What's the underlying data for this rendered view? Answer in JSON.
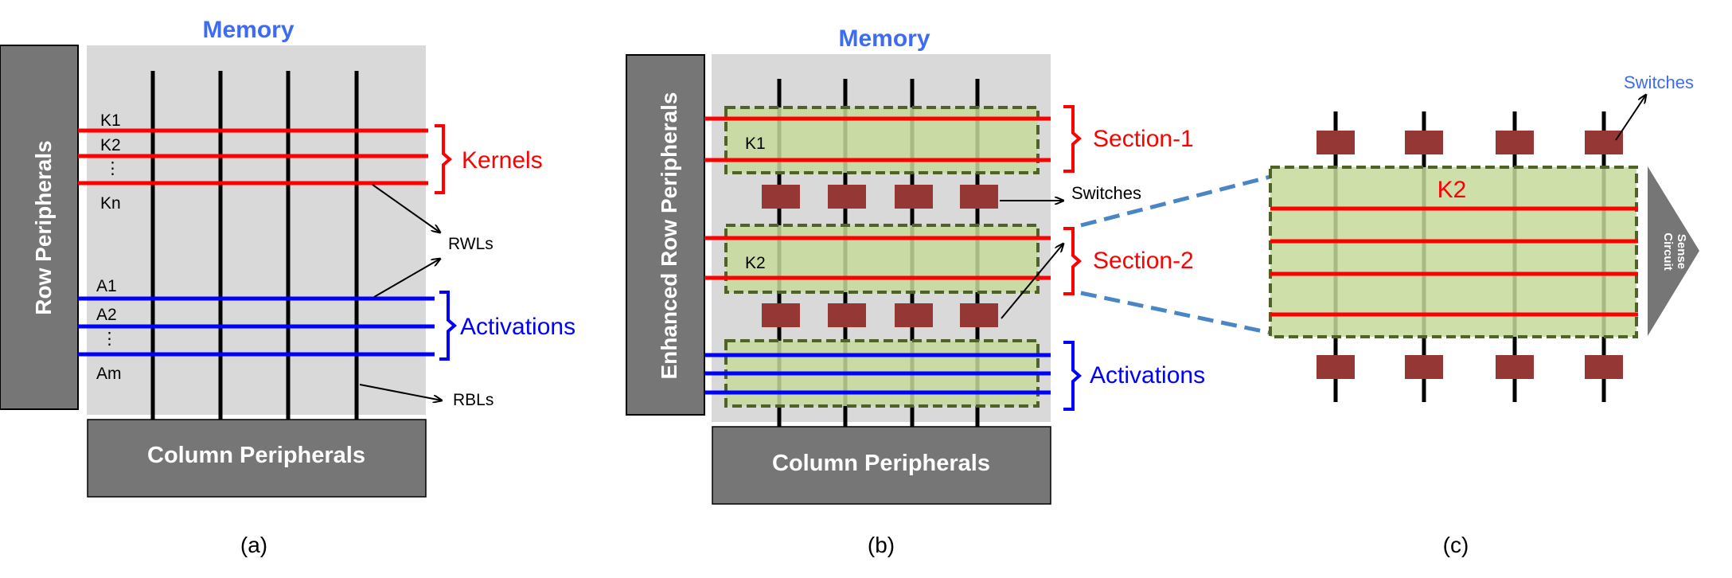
{
  "colors": {
    "memory_bg": "#d9d9d9",
    "peripheral_bg": "#767676",
    "kernel_line": "#ff0000",
    "activation_line": "#0000ff",
    "memory_title": "#3d6cf3",
    "section_fill": "#c6d99b",
    "section_border": "#4f6228",
    "switch_fill": "#953735",
    "zoom_dash": "#4a86c5"
  },
  "panel_a": {
    "memory_title": "Memory",
    "row_peripherals": "Row Peripherals",
    "column_peripherals": "Column Peripherals",
    "kernel_labels": [
      "K1",
      "K2",
      "⋮",
      "Kn"
    ],
    "activation_labels": [
      "A1",
      "A2",
      "⋮",
      "Am"
    ],
    "kernels_label": "Kernels",
    "activations_label": "Activations",
    "rwl_label": "RWLs",
    "rbl_label": "RBLs",
    "caption": "(a)"
  },
  "panel_b": {
    "memory_title": "Memory",
    "row_peripherals": "Enhanced Row Peripherals",
    "column_peripherals": "Column Peripherals",
    "k1_label": "K1",
    "k2_label": "K2",
    "section1_label": "Section-1",
    "section2_label": "Section-2",
    "activations_label": "Activations",
    "switches_label": "Switches",
    "caption": "(b)"
  },
  "panel_c": {
    "k2_label": "K2",
    "switches_label": "Switches",
    "sense_circuit_line1": "Sense",
    "sense_circuit_line2": "Circuit",
    "caption": "(c)"
  }
}
